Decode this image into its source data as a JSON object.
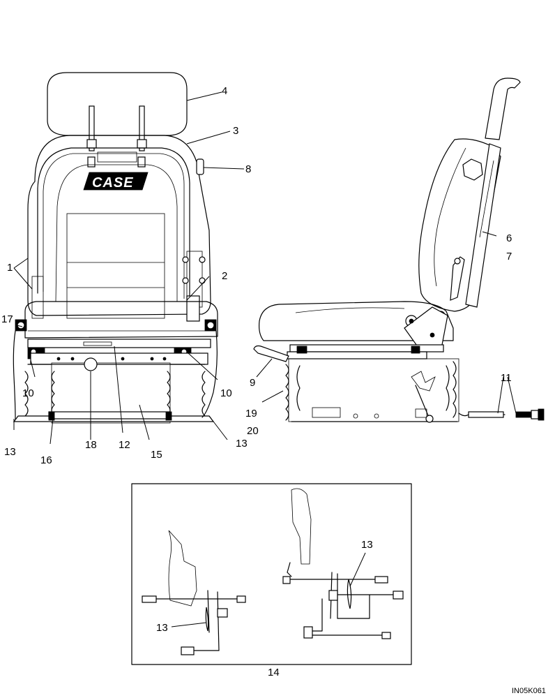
{
  "callouts": {
    "c1": "1",
    "c2": "2",
    "c3": "3",
    "c4": "4",
    "c6": "6",
    "c7": "7",
    "c8": "8",
    "c9": "9",
    "c10a": "10",
    "c10b": "10",
    "c11": "11",
    "c12": "12",
    "c13a": "13",
    "c13b": "13",
    "c13c": "13",
    "c13d": "13",
    "c14": "14",
    "c15": "15",
    "c16": "16",
    "c17": "17",
    "c18": "18",
    "c19": "19",
    "c20": "20"
  },
  "logo_text": "CASE",
  "image_code": "IN05K061",
  "icons": {
    "front": "seat-front-view",
    "side": "seat-side-view",
    "detail": "seat-belt-mount-detail"
  }
}
